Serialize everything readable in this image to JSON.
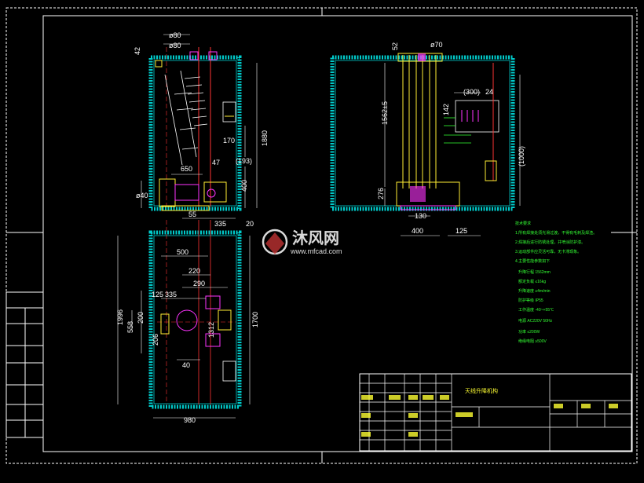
{
  "watermark": {
    "brand": "沐风网",
    "url": "www.mfcad.com"
  },
  "title_block": {
    "drawing_title": "天线升降机构"
  },
  "colors": {
    "background": "#000000",
    "frame": "#ffffff",
    "cabinet": "#00cccc",
    "dimension": "#ffffff",
    "note": "#33ff33",
    "titlebar": "#ffff33",
    "accent_magenta": "#ff33ff",
    "accent_yellow": "#ffee33",
    "accent_red": "#ff3333"
  },
  "views": {
    "top_left": {
      "dims": [
        "ø80",
        "ø80",
        "42",
        "1880",
        "170",
        "400",
        "650",
        "47",
        "(193)",
        "ø40",
        "55",
        "335",
        "20"
      ]
    },
    "top_right": {
      "dims": [
        "52",
        "ø70",
        "1562±5",
        "(300)",
        "24",
        "142",
        "(1000)",
        "276",
        "130",
        "400",
        "125"
      ]
    },
    "bottom_left": {
      "dims": [
        "500",
        "220",
        "290",
        "335",
        "125",
        "1996",
        "200",
        "558",
        "206",
        "1700",
        "40",
        "980",
        "1312"
      ]
    }
  },
  "notes": [
    "技术要求",
    "1.所有焊接处须光滑过渡，不得有毛刺及焊渣。",
    "2.焊接后进行防锈处理，并喷涂防护漆。",
    "3.运动部件应灵活可靠，无卡滞现象。",
    "4.主要性能参数如下",
    "升降行程 1562mm",
    "额定负载 ≤16kg",
    "升降速度 ≥4m/min",
    "防护等级 IP55",
    "工作温度 -40~+55℃",
    "电源 AC220V 50Hz",
    "功率 ≤200W",
    "绝缘电阻 ≥500V"
  ]
}
